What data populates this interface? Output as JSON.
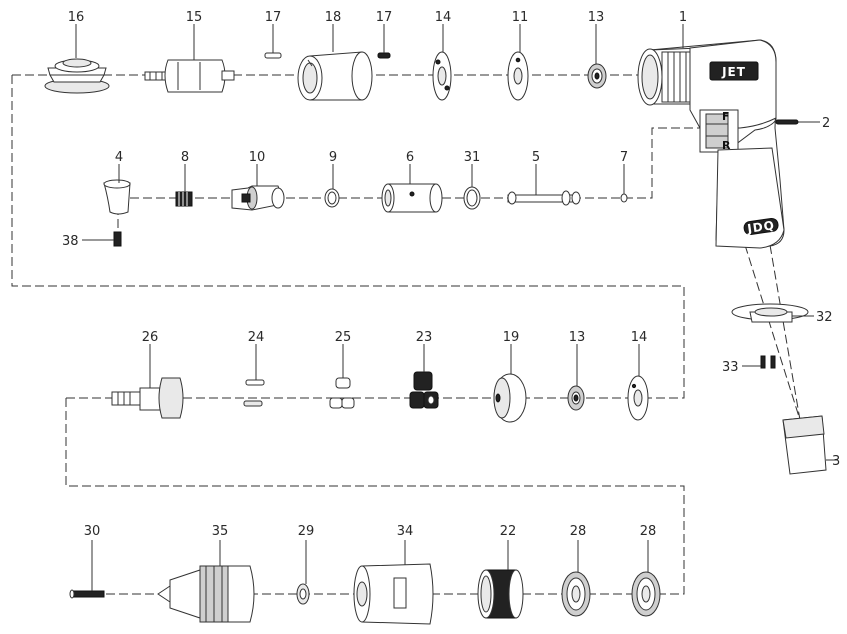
{
  "brand": {
    "logo_text": "JET",
    "badge_text": "JDQ",
    "forward_mark": "F",
    "reverse_mark": "R"
  },
  "part_labels": {
    "p1": "1",
    "p2": "2",
    "p3": "3",
    "p4": "4",
    "p5": "5",
    "p6": "6",
    "p7": "7",
    "p8": "8",
    "p9": "9",
    "p10": "10",
    "p11": "11",
    "p13a": "13",
    "p13b": "13",
    "p14a": "14",
    "p14b": "14",
    "p15": "15",
    "p16": "16",
    "p17a": "17",
    "p17b": "17",
    "p18": "18",
    "p19": "19",
    "p22": "22",
    "p23": "23",
    "p24": "24",
    "p25": "25",
    "p26": "26",
    "p28a": "28",
    "p28b": "28",
    "p29": "29",
    "p30": "30",
    "p31": "31",
    "p32": "32",
    "p33": "33",
    "p34": "34",
    "p35": "35",
    "p38": "38"
  }
}
